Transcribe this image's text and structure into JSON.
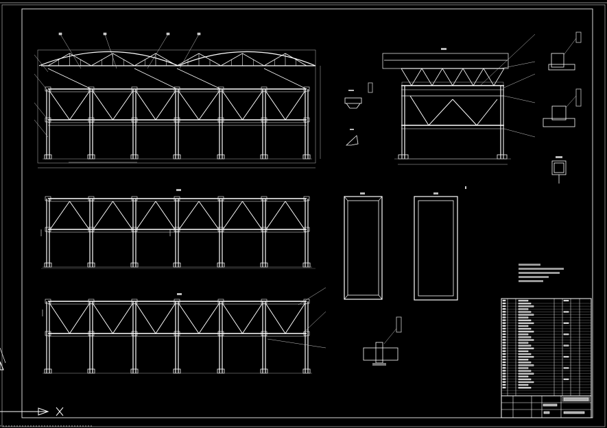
{
  "colors": {
    "background": "#000000",
    "line": "#ffffff",
    "dim": "#bdbdbd",
    "frame": "#9a9a9a"
  },
  "views": [
    {
      "id": "front-elevation",
      "caption": ""
    },
    {
      "id": "side-elevation",
      "caption": ""
    },
    {
      "id": "section-a",
      "caption": ""
    },
    {
      "id": "section-b",
      "caption": ""
    },
    {
      "id": "plan-left",
      "caption": ""
    },
    {
      "id": "plan-right",
      "caption": ""
    }
  ],
  "icons": {
    "ucs": "ucs-axis-icon"
  }
}
